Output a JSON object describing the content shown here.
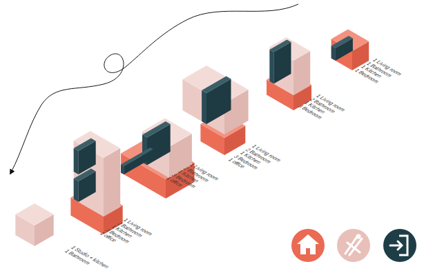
{
  "diagram": {
    "labels": [
      "1 Studio + kitchen",
      "1 Bathroom",
      "1 Living room",
      "2 Bathroom",
      "1 Kitchen",
      "3 Bedroom",
      "1 office",
      "1 Living room",
      "2 Bathroom",
      "1 Kitchen",
      "3 Bedroom",
      "1 office",
      "1 Living room",
      "2 Bathroom",
      "1 Kitchen",
      "3 Bedroom",
      "1 office",
      "1 Living room",
      "2 Bathroom",
      "1 Kitchen",
      "3 Bedroom",
      "1 Living room",
      "1 Bathroom",
      "1 Kitchen",
      "1 Bedroom"
    ]
  }
}
